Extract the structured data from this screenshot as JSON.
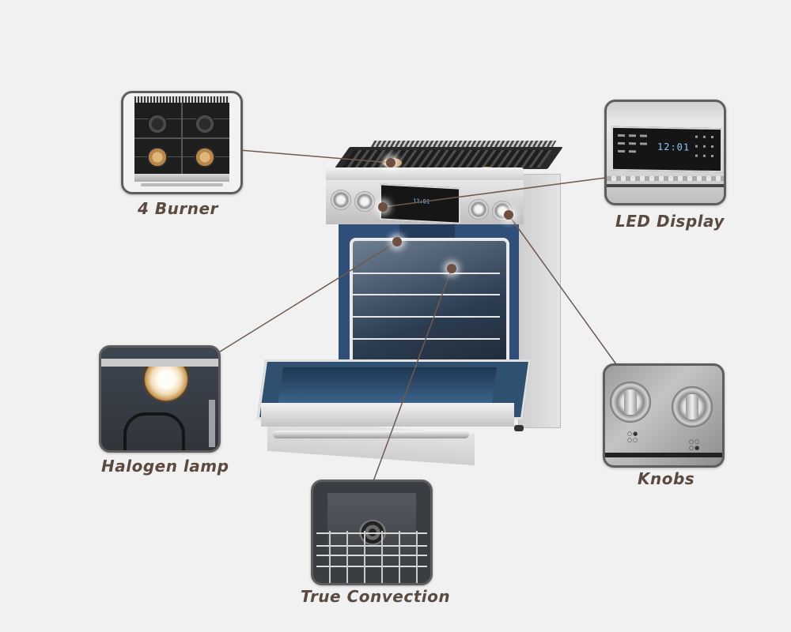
{
  "page": {
    "background": "#f1f1f1",
    "subject": "Gas range with open oven door"
  },
  "accent": {
    "label_color": "#5a4a42",
    "line_color": "#6e5a50",
    "marker_color": "#6e4f42",
    "thumb_border": "#5e5e5e"
  },
  "display": {
    "time": "12:01"
  },
  "features": [
    {
      "id": "burner",
      "label": "4 Burner"
    },
    {
      "id": "led",
      "label": "LED Display"
    },
    {
      "id": "lamp",
      "label": "Halogen lamp"
    },
    {
      "id": "knobs",
      "label": "Knobs"
    },
    {
      "id": "convection",
      "label": "True Convection"
    }
  ]
}
